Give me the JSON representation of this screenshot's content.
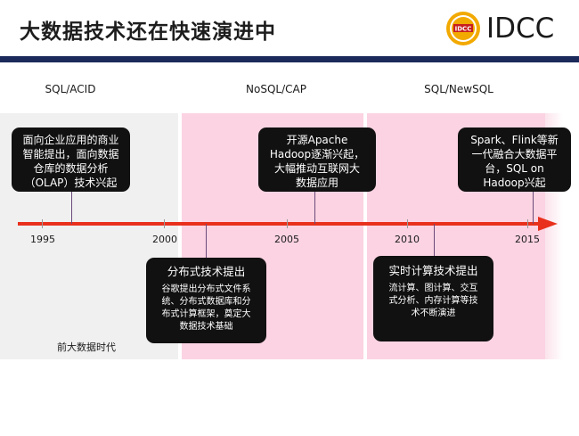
{
  "title": "大数据技术还在快速演进中",
  "logo": {
    "text": "IDCC",
    "badge_text": "IDCC",
    "badge_color": "#f2a900"
  },
  "colors": {
    "topbar": "#1b2a5a",
    "arrow": "#e8301c",
    "pink": "#fbd3e2",
    "gray": "#f0f0f0"
  },
  "eras": [
    "SQL/ACID",
    "NoSQL/CAP",
    "SQL/NewSQL"
  ],
  "years": [
    "1995",
    "2000",
    "2005",
    "2010",
    "2015"
  ],
  "top_boxes": [
    {
      "lines": [
        "面向企业应用的商业",
        "智能提出，面向数据",
        "仓库的数据分析",
        "（OLAP）技术兴起"
      ]
    },
    {
      "lines": [
        "开源Apache",
        "Hadoop逐渐兴起，",
        "大幅推动互联网大",
        "数据应用"
      ]
    },
    {
      "lines": [
        "Spark、Flink等新",
        "一代融合大数据平",
        "台，SQL on",
        "Hadoop兴起"
      ]
    }
  ],
  "bottom_boxes": [
    {
      "heading": "分布式技术提出",
      "lines": [
        "谷歌提出分布式文件系",
        "统、分布式数据库和分",
        "布式计算框架，奠定大",
        "数据技术基础"
      ]
    },
    {
      "heading": "实时计算技术提出",
      "lines": [
        "流计算、图计算、交互",
        "式分析、内存计算等技",
        "术不断演进"
      ]
    }
  ],
  "pre_era_label": "前大数据时代"
}
